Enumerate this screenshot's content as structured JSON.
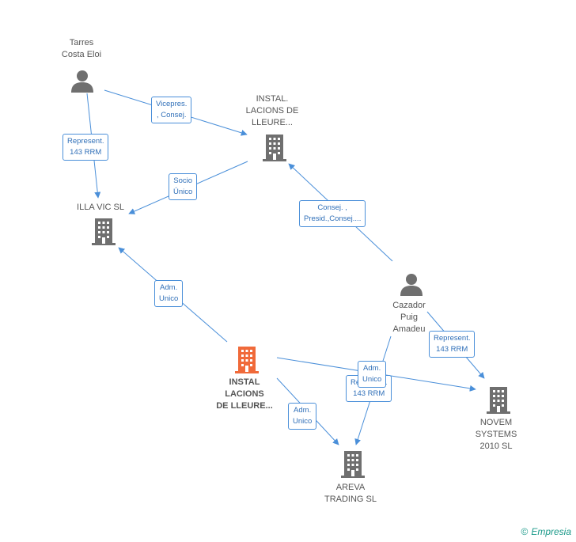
{
  "colors": {
    "edge": "#4a8fd9",
    "building": "#6f6f6f",
    "building_main": "#f06a3a",
    "person": "#6f6f6f"
  },
  "nodes": {
    "tarres": {
      "label": "Tarres\nCosta Eloi",
      "icon": "person-icon"
    },
    "instal_top": {
      "label": "INSTAL.\nLACIONS DE\nLLEURE...",
      "icon": "building-icon"
    },
    "illa_vic": {
      "label": "ILLA VIC SL",
      "icon": "building-icon"
    },
    "cazador": {
      "label": "Cazador\nPuig\nAmadeu",
      "icon": "person-icon"
    },
    "instal_main": {
      "label": "INSTAL\nLACIONS\nDE LLEURE...",
      "icon": "building-icon"
    },
    "novem": {
      "label": "NOVEM\nSYSTEMS\n2010 SL",
      "icon": "building-icon"
    },
    "areva": {
      "label": "AREVA\nTRADING SL",
      "icon": "building-icon"
    }
  },
  "edges": {
    "vicepres": "Vicepres.\n, Consej.",
    "represent_tarres": "Represent.\n143 RRM",
    "socio": "Socio\nÚnico",
    "consej_presid": "Consej. ,\nPresid.,Consej....",
    "adm_unico_illa": "Adm.\nUnico",
    "represent_novem": "Represent.\n143 RRM",
    "adm_unico_novem": "Adm.\nUnico",
    "represent_areva": "Represent.\n143 RRM",
    "adm_unico_areva": "Adm.\nUnico"
  },
  "footer": {
    "copyright": "©",
    "brand": "Empresia"
  }
}
